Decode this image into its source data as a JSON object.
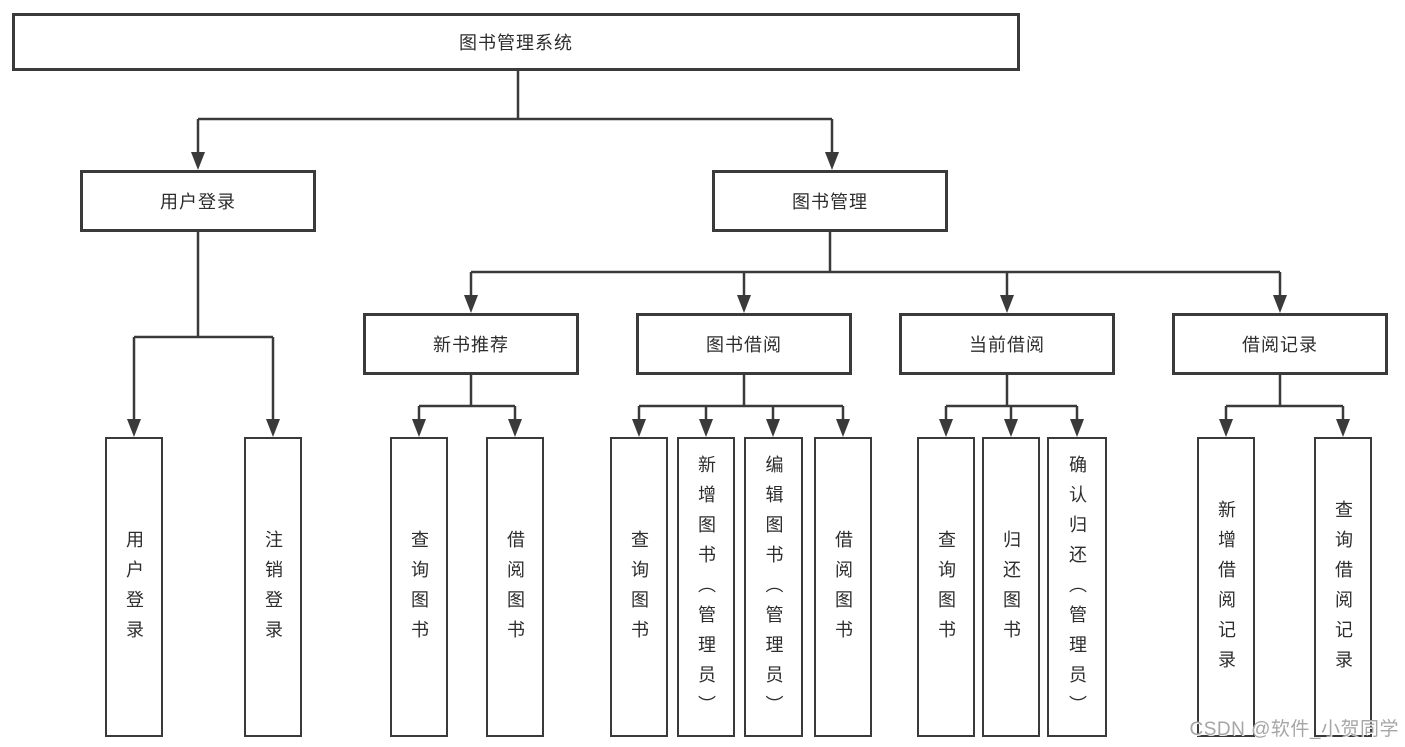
{
  "diagram": {
    "root": {
      "label": "图书管理系统",
      "children": [
        {
          "label": "用户登录",
          "children": [
            {
              "label": "用户登录"
            },
            {
              "label": "注销登录"
            }
          ]
        },
        {
          "label": "图书管理",
          "children": [
            {
              "label": "新书推荐",
              "children": [
                {
                  "label": "查询图书"
                },
                {
                  "label": "借阅图书"
                }
              ]
            },
            {
              "label": "图书借阅",
              "children": [
                {
                  "label": "查询图书"
                },
                {
                  "label": "新增图书（管理员）"
                },
                {
                  "label": "编辑图书（管理员）"
                },
                {
                  "label": "借阅图书"
                }
              ]
            },
            {
              "label": "当前借阅",
              "children": [
                {
                  "label": "查询图书"
                },
                {
                  "label": "归还图书"
                },
                {
                  "label": "确认归还（管理员）"
                }
              ]
            },
            {
              "label": "借阅记录",
              "children": [
                {
                  "label": "新增借阅记录"
                },
                {
                  "label": "查询借阅记录"
                }
              ]
            }
          ]
        }
      ]
    }
  },
  "watermark": {
    "text": "CSDN @软件_小贺同学"
  },
  "colors": {
    "line": "#3a3a3a",
    "box_border": "#3a3a3a",
    "box_fill": "#ffffff",
    "text": "#2d2d2d",
    "watermark": "#a6a6a6"
  }
}
